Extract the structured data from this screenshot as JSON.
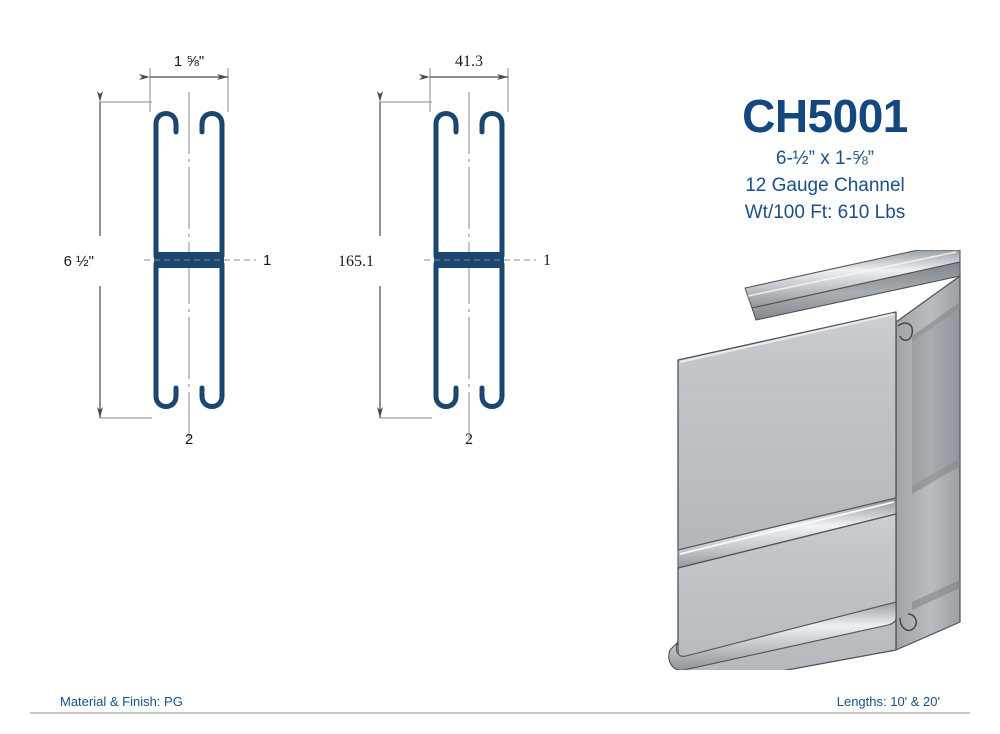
{
  "title_block": {
    "part_number": "CH5001",
    "size": "6-½” x 1-⅝”",
    "gauge": "12 Gauge Channel",
    "weight": "Wt/100 Ft: 610 Lbs"
  },
  "footer": {
    "material": "Material & Finish: PG",
    "lengths": "Lengths: 10' & 20'"
  },
  "drawings": {
    "imperial": {
      "width_dimension": "1 ⅝\"",
      "height_dimension": "6 ½\"",
      "leader_right": "1",
      "leader_bottom": "2"
    },
    "metric": {
      "width_dimension": "41.3",
      "height_dimension": "165.1",
      "leader_right": "1",
      "leader_bottom": "2"
    }
  },
  "colors": {
    "profile_blue": "#1a4670",
    "title_blue": "#13477d",
    "text_blue": "#1b4f86",
    "dimension_gray": "#7a7a7a",
    "metal_light": "#e8e9eb",
    "metal_mid": "#b9bcc0",
    "metal_dark": "#8d9196",
    "footer_rule": "#c9c9c9"
  }
}
